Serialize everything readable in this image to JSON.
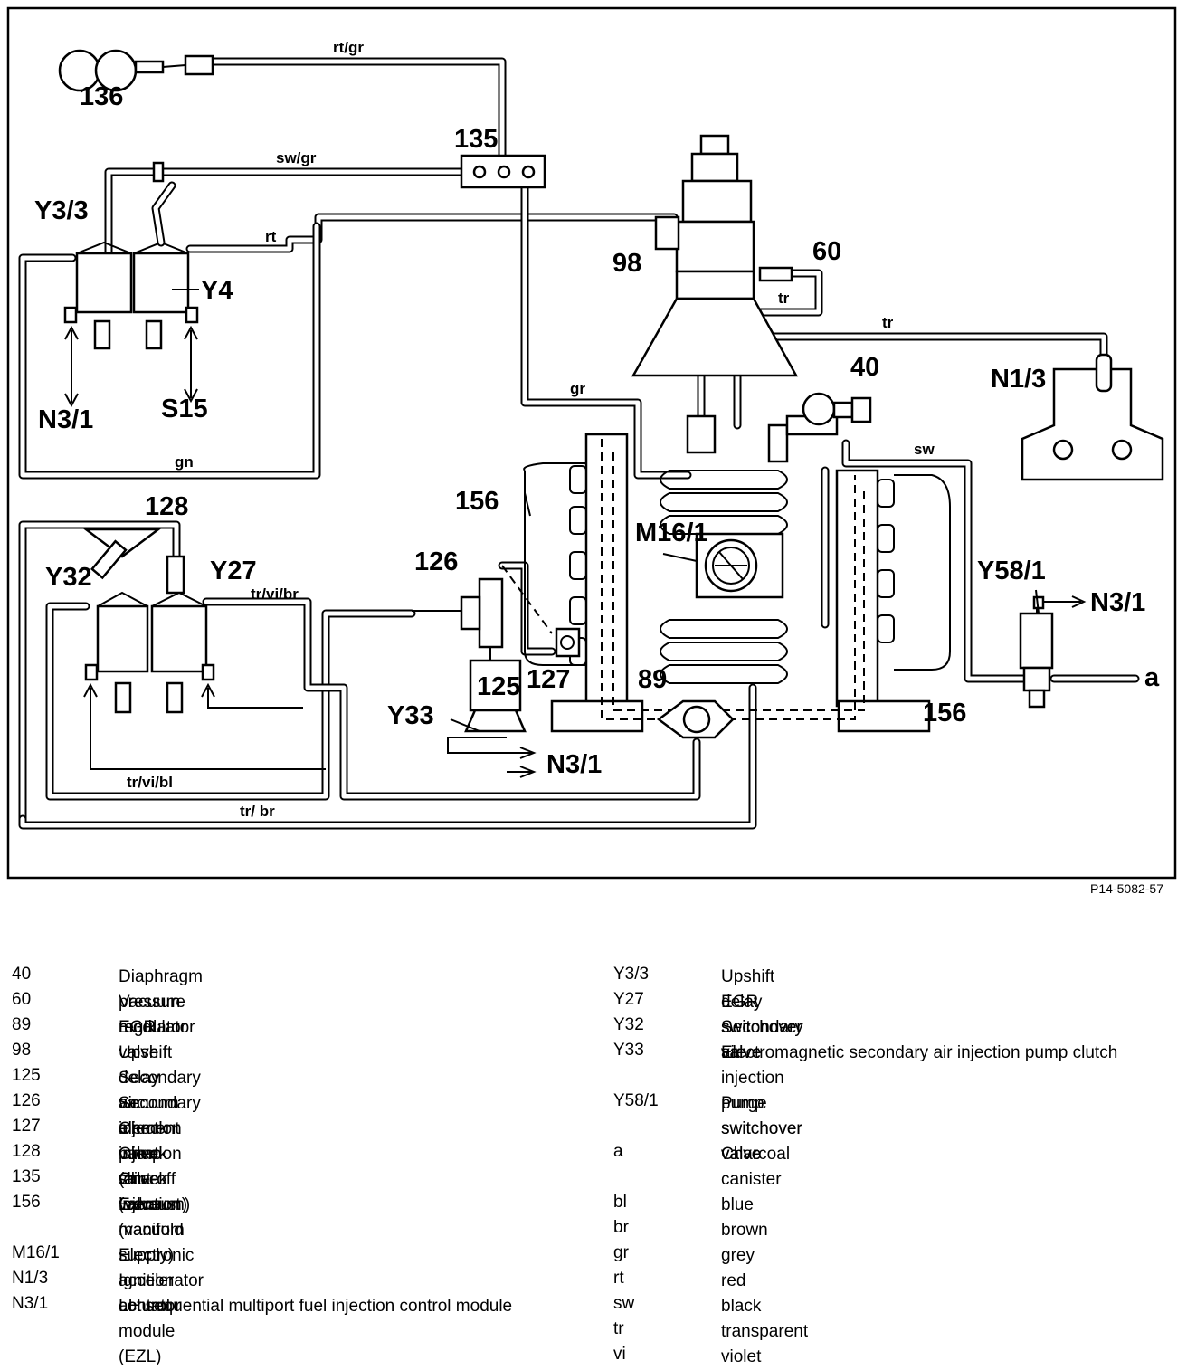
{
  "diagram": {
    "reference": "P14-5082-57",
    "labels": {
      "c136": "136",
      "c135": "135",
      "y3_3": "Y3/3",
      "y4": "Y4",
      "n3_1_a": "N3/1",
      "s15": "S15",
      "c98": "98",
      "c60": "60",
      "c40": "40",
      "n1_3": "N1/3",
      "c156_a": "156",
      "c128": "128",
      "y32": "Y32",
      "y27": "Y27",
      "c126": "126",
      "m16_1": "M16/1",
      "y58_1": "Y58/1",
      "n3_1_b": "N3/1",
      "c125": "125",
      "c127": "127",
      "c89": "89",
      "y33": "Y33",
      "n3_1_c": "N3/1",
      "c156_b": "156",
      "a": "a"
    },
    "wires": {
      "rt_gr": "rt/gr",
      "sw_gr": "sw/gr",
      "rt": "rt",
      "gr": "gr",
      "gn": "gn",
      "tr_a": "tr",
      "tr_b": "tr",
      "sw": "sw",
      "tr_vi_br": "tr/vi/br",
      "tr_vi_bl": "tr/vi/bl",
      "tr_br": "tr/ br"
    }
  },
  "legend_left": [
    {
      "code": "40",
      "desc": "Diaphragm pressure regulator"
    },
    {
      "code": "60",
      "desc": "Vacuum modulator"
    },
    {
      "code": "89",
      "desc": "EGR valve"
    },
    {
      "code": "98",
      "desc": "Upshift delay vacuum element"
    },
    {
      "code": "125",
      "desc": "Secondary air injection pump"
    },
    {
      "code": "126",
      "desc": "Secondary air injection shut-off valve"
    },
    {
      "code": "127",
      "desc": "Check valve (air injection)"
    },
    {
      "code": "128",
      "desc": "Check valve (vacuum)"
    },
    {
      "code": "135",
      "desc": "Check valve (vacuum supply)"
    },
    {
      "code": "156",
      "desc": "Exhaust manifold"
    },
    {
      "code": "M16/1",
      "desc": "Electronic accelerator actuator"
    },
    {
      "code": "N1/3",
      "desc": "Ignition control module (EZL)"
    },
    {
      "code": "N3/1",
      "desc": "LH sequential multiport fuel injection control module"
    }
  ],
  "legend_right": [
    {
      "code": "Y3/3",
      "desc": "Upshift delay switchover valve"
    },
    {
      "code": "Y27",
      "desc": "EGR switchover valve"
    },
    {
      "code": "Y32",
      "desc": "Secondary air injection pump switchover valve"
    },
    {
      "code": "Y33",
      "desc": "Electromagnetic secondary air injection pump clutch"
    },
    {
      "code": "Y58/1",
      "desc": "Purge switchover valve"
    },
    {
      "code": "a",
      "desc": "Charcoal canister"
    },
    {
      "code": "bl",
      "desc": "blue"
    },
    {
      "code": "br",
      "desc": "brown"
    },
    {
      "code": "gr",
      "desc": "grey"
    },
    {
      "code": "rt",
      "desc": "red"
    },
    {
      "code": "sw",
      "desc": "black"
    },
    {
      "code": "tr",
      "desc": "transparent"
    },
    {
      "code": "vi",
      "desc": "violet"
    }
  ]
}
